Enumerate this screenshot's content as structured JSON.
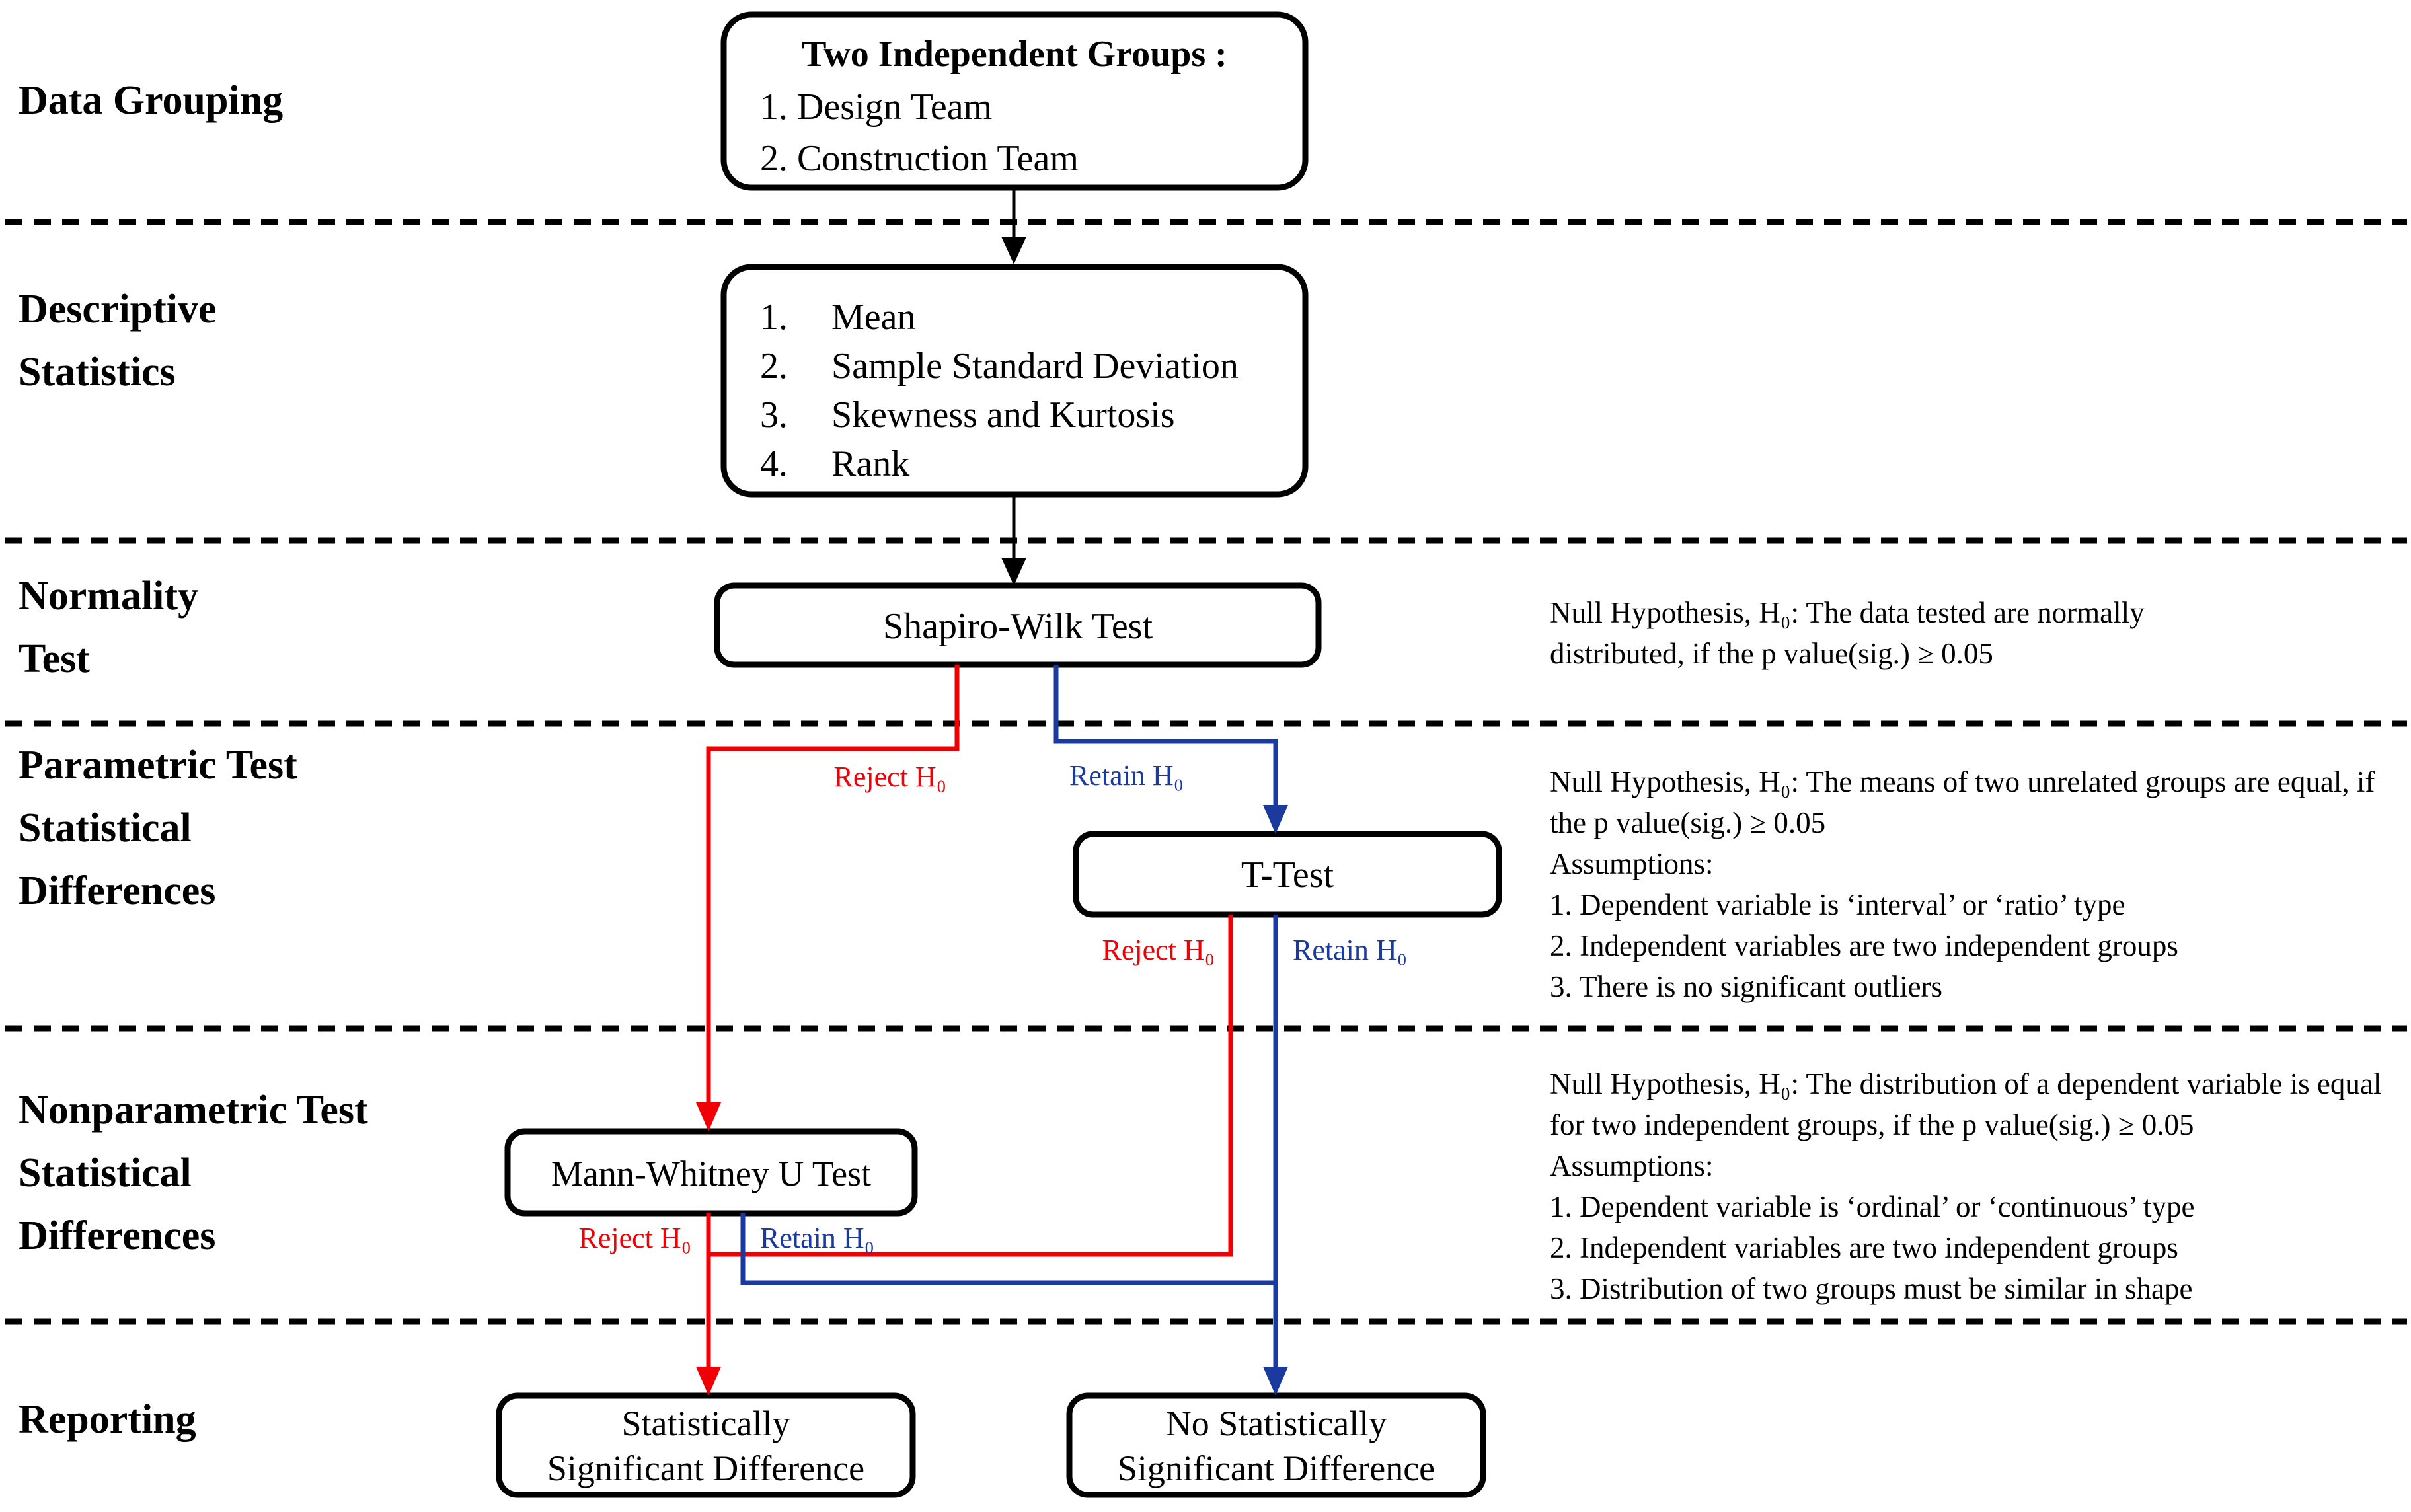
{
  "stage_labels": [
    {
      "lines": [
        "Data Grouping"
      ]
    },
    {
      "lines": [
        "Descriptive",
        "Statistics"
      ]
    },
    {
      "lines": [
        "Normality",
        "Test"
      ]
    },
    {
      "lines": [
        "Parametric Test",
        "Statistical",
        "Differences"
      ]
    },
    {
      "lines": [
        "Nonparametric Test",
        "Statistical",
        "Differences"
      ]
    },
    {
      "lines": [
        "Reporting"
      ]
    }
  ],
  "boxes": {
    "grouping": {
      "title": "Two Independent Groups :",
      "items": [
        "1. Design Team",
        "2. Construction Team"
      ]
    },
    "descriptive": {
      "items": [
        {
          "n": "1.",
          "t": "Mean"
        },
        {
          "n": "2.",
          "t": "Sample Standard Deviation"
        },
        {
          "n": "3.",
          "t": "Skewness and Kurtosis"
        },
        {
          "n": "4.",
          "t": "Rank"
        }
      ]
    },
    "normality": {
      "label": "Shapiro-Wilk Test"
    },
    "parametric": {
      "label": "T-Test"
    },
    "nonparametric": {
      "label": "Mann-Whitney U Test"
    },
    "report_sig": {
      "lines": [
        "Statistically",
        "Significant Difference"
      ]
    },
    "report_nosig": {
      "lines": [
        "No Statistically",
        "Significant Difference"
      ]
    }
  },
  "edge_labels": {
    "reject": "Reject H₀",
    "retain": "Retain H₀"
  },
  "notes": {
    "normality": {
      "lines": [
        "Null Hypothesis, H₀: The data tested are normally",
        "distributed, if the p value(sig.) ≥ 0.05"
      ]
    },
    "parametric": {
      "lines": [
        "Null Hypothesis, H₀: The means of two unrelated groups are equal, if",
        "the p value(sig.) ≥ 0.05",
        "Assumptions:",
        "1. Dependent variable is ‘interval’ or ‘ratio’ type",
        "2. Independent variables are two independent groups",
        "3. There is no significant outliers"
      ]
    },
    "nonparametric": {
      "lines": [
        "Null Hypothesis, H₀: The distribution of a dependent variable is equal",
        "for two independent groups, if the p value(sig.) ≥ 0.05",
        "Assumptions:",
        "1. Dependent variable is ‘ordinal’ or ‘continuous’ type",
        "2. Independent variables are two independent groups",
        "3. Distribution of two groups must be similar in shape"
      ]
    }
  },
  "colors": {
    "reject": "#f00005",
    "retain": "#1a3a9e",
    "line": "#000000"
  }
}
